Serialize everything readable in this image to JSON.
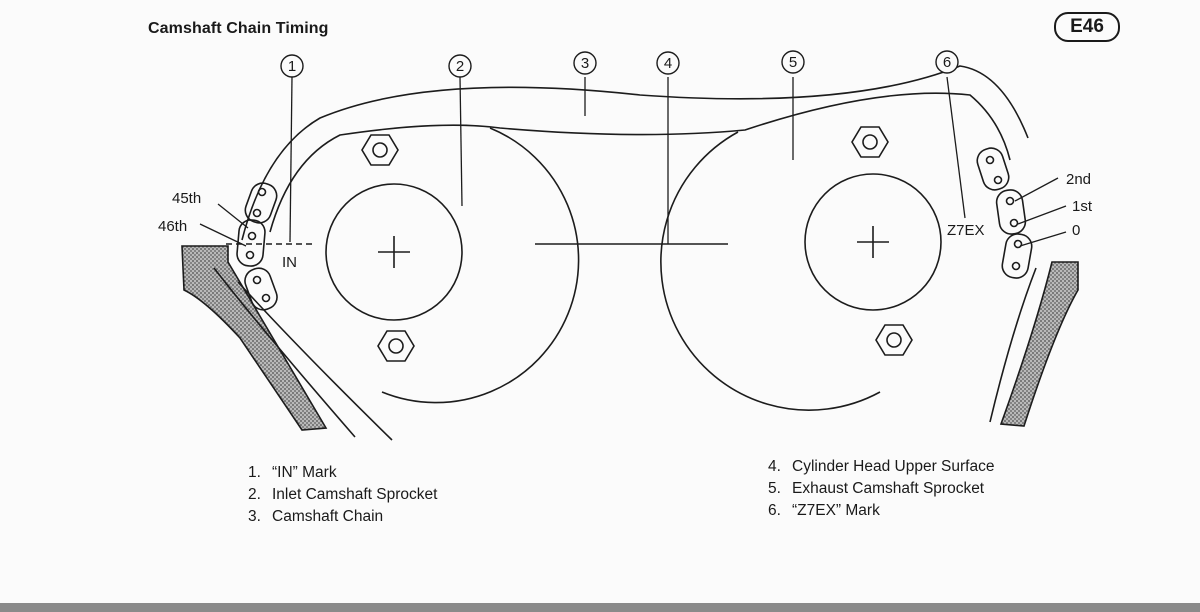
{
  "title": "Camshaft Chain Timing",
  "page_code": "E46",
  "callouts": [
    "1",
    "2",
    "3",
    "4",
    "5",
    "6"
  ],
  "labels": {
    "pin_45": "45th",
    "pin_46": "46th",
    "in_mark": "IN",
    "z7ex_mark": "Z7EX",
    "pin_2nd": "2nd",
    "pin_1st": "1st",
    "pin_0": "0"
  },
  "legend_left": [
    {
      "num": "1.",
      "text": "“IN” Mark"
    },
    {
      "num": "2.",
      "text": "Inlet Camshaft Sprocket"
    },
    {
      "num": "3.",
      "text": "Camshaft Chain"
    }
  ],
  "legend_right": [
    {
      "num": "4.",
      "text": "Cylinder Head Upper Surface"
    },
    {
      "num": "5.",
      "text": "Exhaust Camshaft Sprocket"
    },
    {
      "num": "6.",
      "text": "“Z7EX” Mark"
    }
  ]
}
